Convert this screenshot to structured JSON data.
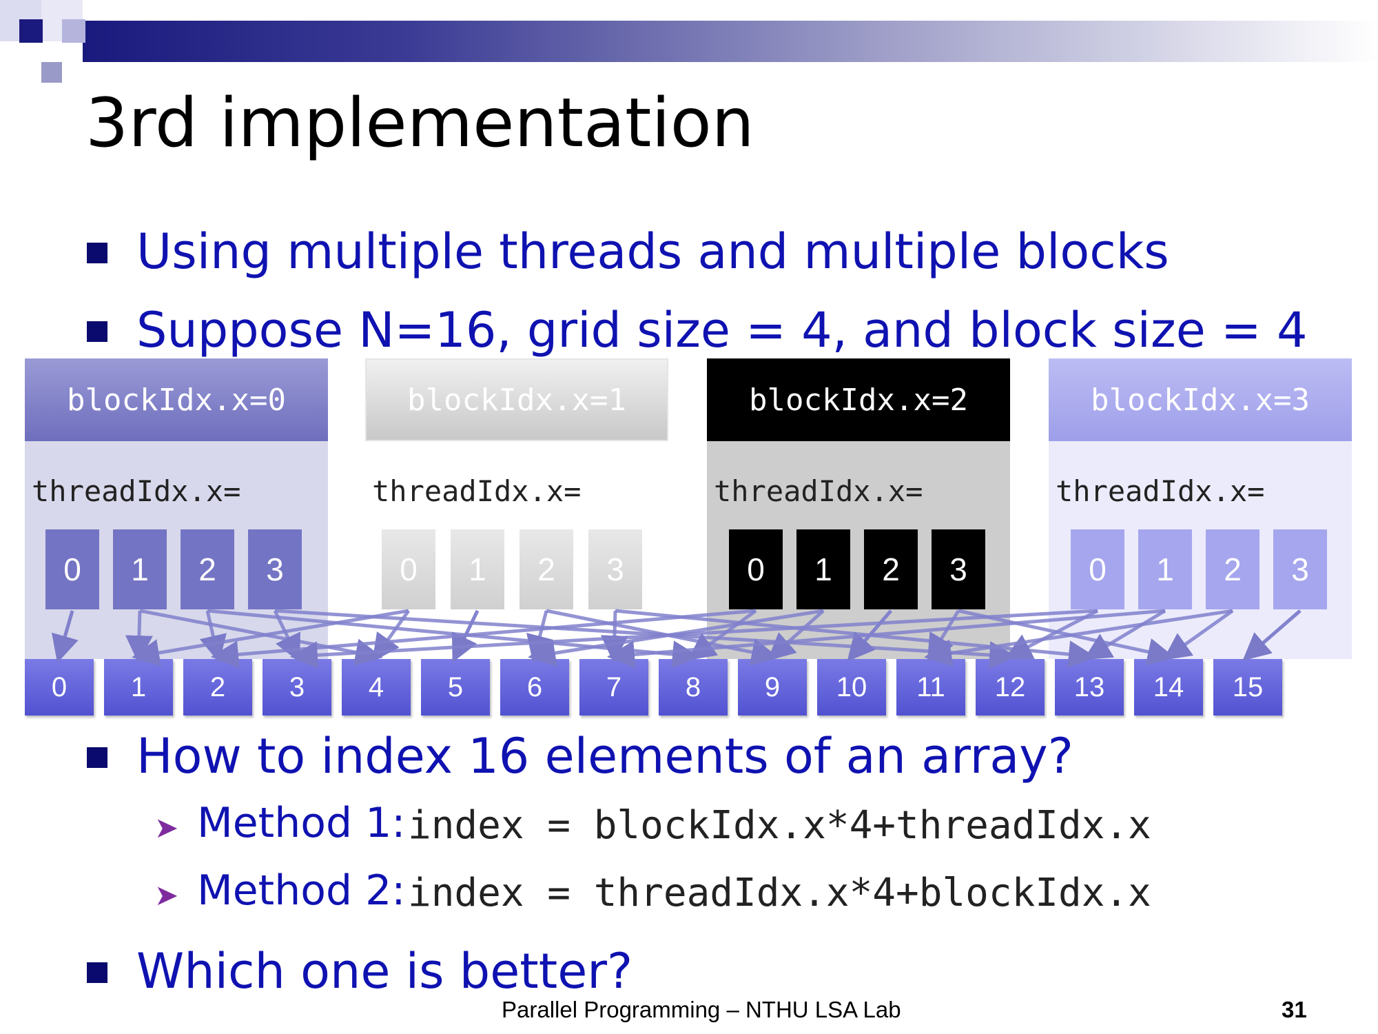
{
  "title": "3rd implementation",
  "bullets": [
    "Using multiple threads and multiple blocks",
    "Suppose N=16, grid size = 4, and block size = 4",
    "How to index 16 elements of an array?",
    "Which one is better?"
  ],
  "methods": [
    {
      "label": "Method 1:",
      "code": "index = blockIdx.x*4+threadIdx.x"
    },
    {
      "label": "Method 2:",
      "code": "index = threadIdx.x*4+blockIdx.x"
    }
  ],
  "blocks": [
    {
      "header": "blockIdx.x=0",
      "thread_label": "threadIdx.x=",
      "threads": [
        "0",
        "1",
        "2",
        "3"
      ]
    },
    {
      "header": "blockIdx.x=1",
      "thread_label": "threadIdx.x=",
      "threads": [
        "0",
        "1",
        "2",
        "3"
      ]
    },
    {
      "header": "blockIdx.x=2",
      "thread_label": "threadIdx.x=",
      "threads": [
        "0",
        "1",
        "2",
        "3"
      ]
    },
    {
      "header": "blockIdx.x=3",
      "thread_label": "threadIdx.x=",
      "threads": [
        "0",
        "1",
        "2",
        "3"
      ]
    }
  ],
  "array": [
    "0",
    "1",
    "2",
    "3",
    "4",
    "5",
    "6",
    "7",
    "8",
    "9",
    "10",
    "11",
    "12",
    "13",
    "14",
    "15"
  ],
  "footer": "Parallel Programming – NTHU LSA Lab",
  "page_number": "31",
  "colors": {
    "accent_navy": "#0a0a6e",
    "bullet_text": "#0f12b0",
    "block0": "#7474c4",
    "block1": "#dcdcdc",
    "block2": "#000000",
    "block3": "#a6a6ee",
    "array_cell": "#6464de"
  }
}
